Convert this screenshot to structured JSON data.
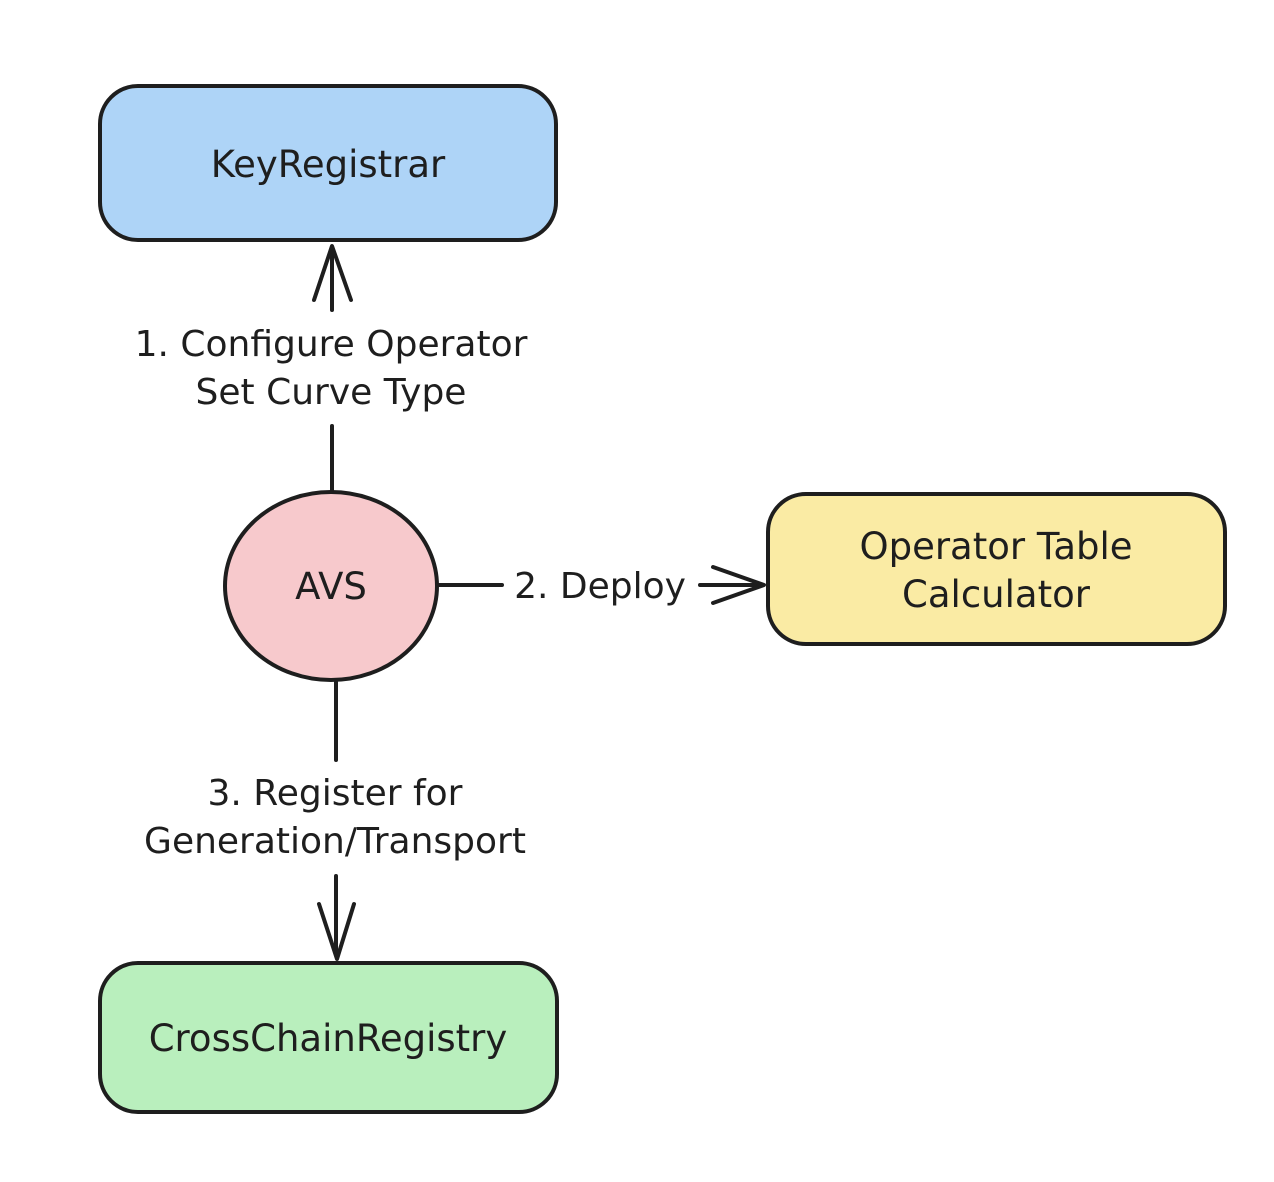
{
  "diagram": {
    "background": "#ffffff",
    "stroke_color": "#1e1e1e",
    "nodes": {
      "key_registrar": {
        "label": "KeyRegistrar",
        "fill": "#aed4f7",
        "shape": "rounded-rect"
      },
      "avs": {
        "label": "AVS",
        "fill": "#f7c9cc",
        "shape": "ellipse"
      },
      "operator_table_calculator": {
        "label": "Operator Table Calculator",
        "lines": [
          "Operator Table",
          "Calculator"
        ],
        "fill": "#faeba4",
        "shape": "rounded-rect"
      },
      "cross_chain_registry": {
        "label": "CrossChainRegistry",
        "fill": "#b9efbd",
        "shape": "rounded-rect"
      }
    },
    "edges": [
      {
        "from": "avs",
        "to": "key_registrar",
        "direction": "up",
        "label": "1. Configure Operator Set Curve Type",
        "lines": [
          "1. Configure Operator",
          "Set Curve Type"
        ]
      },
      {
        "from": "avs",
        "to": "operator_table_calculator",
        "direction": "right",
        "label": "2. Deploy",
        "lines": [
          "2. Deploy"
        ]
      },
      {
        "from": "avs",
        "to": "cross_chain_registry",
        "direction": "down",
        "label": "3. Register for Generation/Transport",
        "lines": [
          "3. Register for",
          "Generation/Transport"
        ]
      }
    ]
  }
}
